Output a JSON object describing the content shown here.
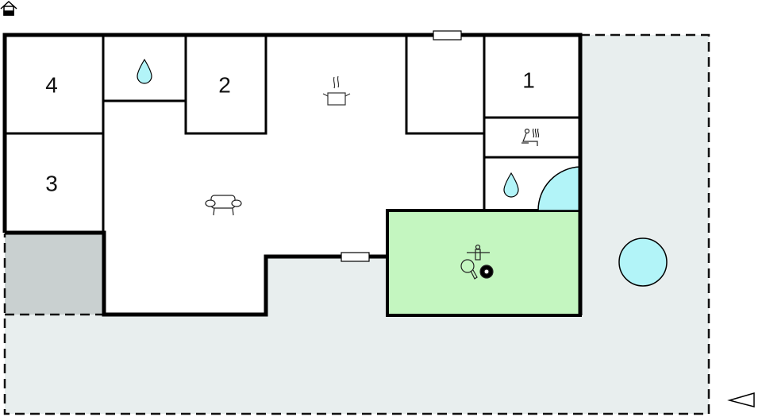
{
  "floorplan": {
    "rooms": [
      {
        "label": "4",
        "type": "bedroom"
      },
      {
        "label": "2",
        "type": "bedroom"
      },
      {
        "label": "1",
        "type": "bedroom"
      },
      {
        "label": "3",
        "type": "bedroom"
      }
    ],
    "icons": [
      "entrance-icon",
      "bathroom-drop-icon",
      "kitchen-pot-icon",
      "living-sofa-icon",
      "sauna-icon",
      "shower-drop-icon",
      "whirlpool-icon",
      "activity-room-icon",
      "pool-icon",
      "direction-arrow-icon"
    ],
    "colors": {
      "wall": "#000000",
      "activity_room": "#c4f6c0",
      "terrace": "#e8eeee",
      "covered_terrace": "#c9d0d0",
      "water": "#b2f4f8"
    }
  }
}
